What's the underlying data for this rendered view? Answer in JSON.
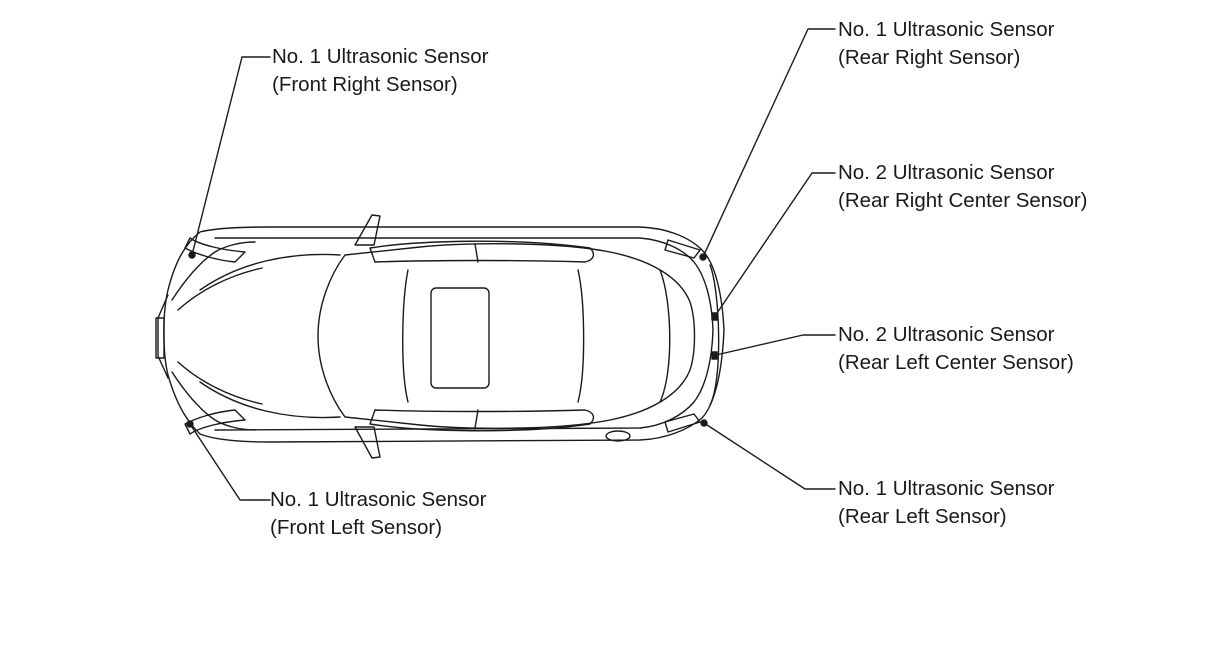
{
  "labels": {
    "front_right": {
      "line1": "No. 1 Ultrasonic Sensor",
      "line2": "(Front Right Sensor)"
    },
    "front_left": {
      "line1": "No. 1 Ultrasonic Sensor",
      "line2": "(Front Left Sensor)"
    },
    "rear_right": {
      "line1": "No. 1 Ultrasonic Sensor",
      "line2": "(Rear Right Sensor)"
    },
    "rear_right_center": {
      "line1": "No. 2 Ultrasonic Sensor",
      "line2": "(Rear Right Center Sensor)"
    },
    "rear_left_center": {
      "line1": "No. 2 Ultrasonic Sensor",
      "line2": "(Rear Left Center Sensor)"
    },
    "rear_left": {
      "line1": "No. 1 Ultrasonic Sensor",
      "line2": "(Rear Left Sensor)"
    }
  },
  "colors": {
    "ink": "#1a1a1a",
    "background": "#ffffff"
  }
}
